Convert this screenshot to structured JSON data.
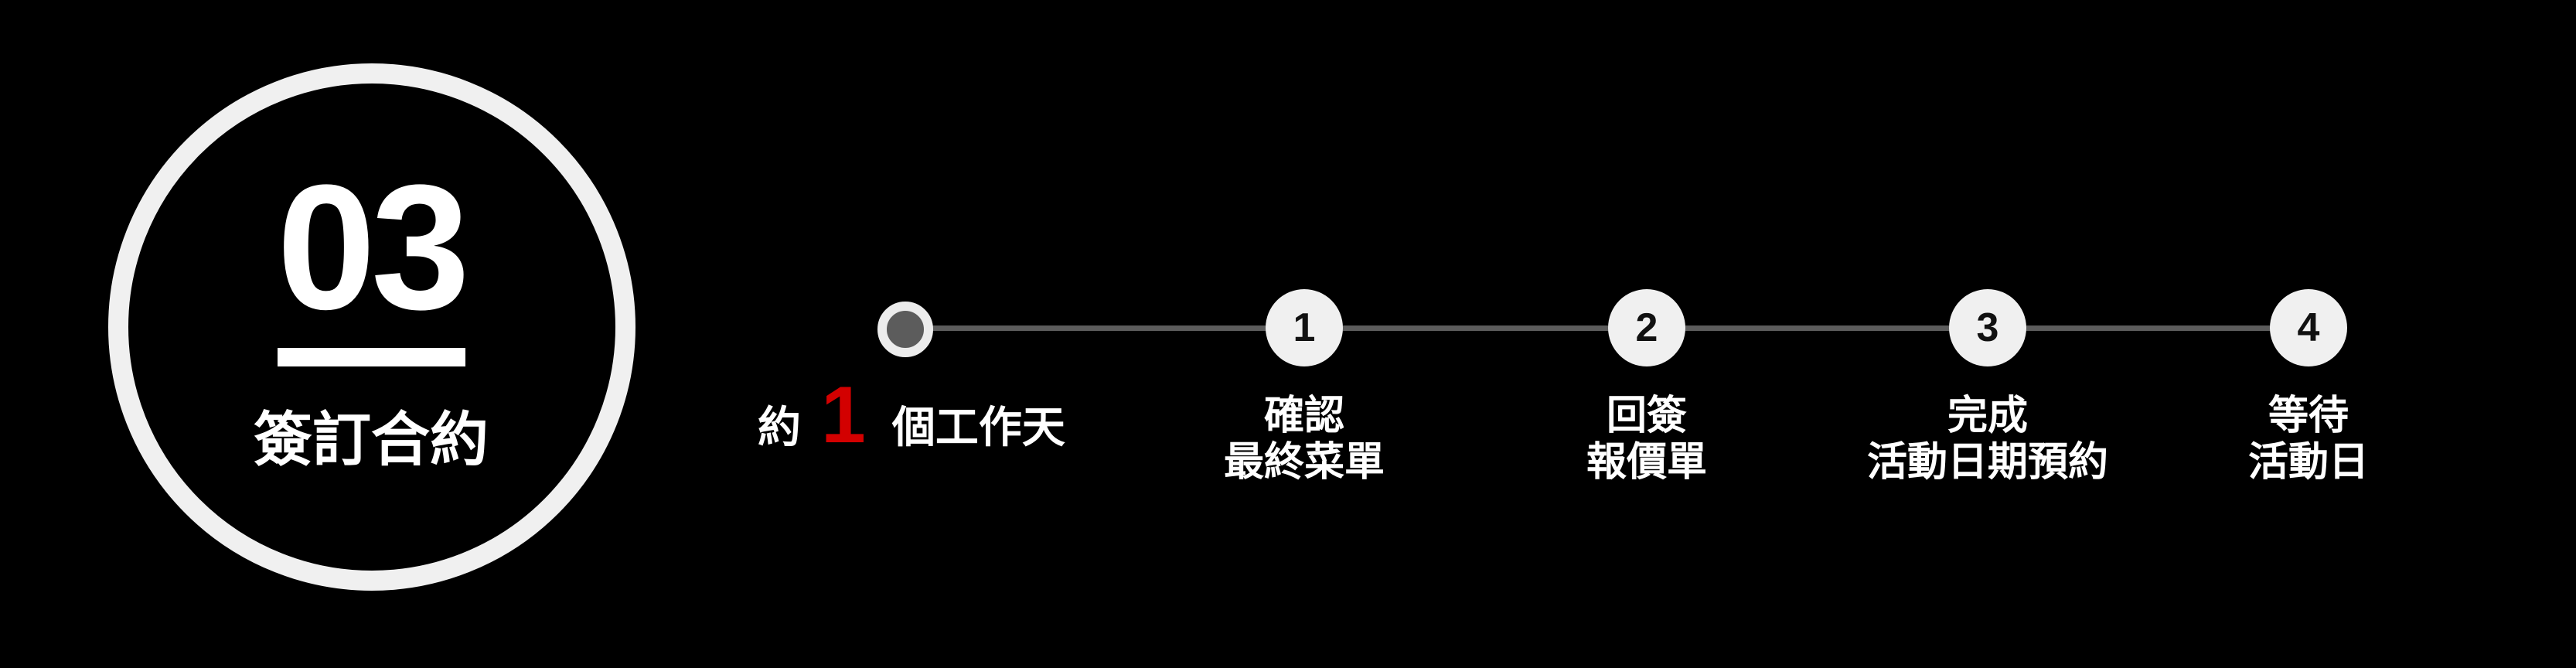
{
  "step": {
    "number": "03",
    "title": "簽訂合約"
  },
  "duration": {
    "prefix": "約",
    "value": "1",
    "suffix": "個工作天",
    "value_color": "#d30000"
  },
  "timeline": {
    "nodes": [
      {
        "number": "1",
        "label_line1": "確認",
        "label_line2": "最終菜單"
      },
      {
        "number": "2",
        "label_line1": "回簽",
        "label_line2": "報價單"
      },
      {
        "number": "3",
        "label_line1": "完成",
        "label_line2": "活動日期預約"
      },
      {
        "number": "4",
        "label_line1": "等待",
        "label_line2": "活動日"
      }
    ]
  },
  "colors": {
    "background": "#000000",
    "circle": "#f0f0f0",
    "line": "#5c5c5c",
    "accent": "#d30000"
  }
}
